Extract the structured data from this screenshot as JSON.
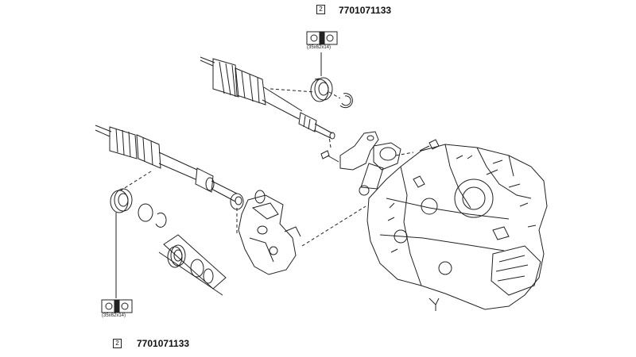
{
  "callouts": {
    "top": {
      "quantity": "2",
      "part_number": "7701071133",
      "bearing_size": "(35x62x14)"
    },
    "bottom": {
      "quantity": "2",
      "part_number": "7701071133",
      "bearing_size": "(35x62x14)"
    }
  },
  "colors": {
    "line": "#222222",
    "background": "#ffffff"
  }
}
